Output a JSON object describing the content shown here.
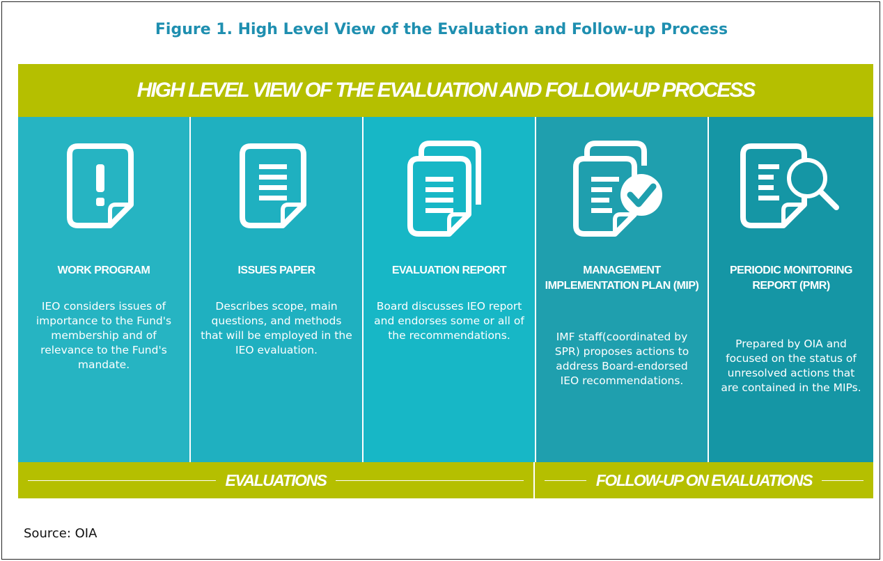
{
  "figure_title": "Figure 1. High Level View of the Evaluation and Follow-up Process",
  "banner_title": "HIGH LEVEL VIEW OF THE EVALUATION AND FOLLOW-UP PROCESS",
  "columns": [
    {
      "title": "WORK PROGRAM",
      "icon": "document-exclamation-icon",
      "description": "IEO considers issues of importance to the Fund's membership and of relevance to the Fund's mandate."
    },
    {
      "title": "ISSUES PAPER",
      "icon": "document-lines-icon",
      "description": "Describes scope, main questions, and methods that will be employed in the IEO evaluation."
    },
    {
      "title": "EVALUATION REPORT",
      "icon": "stacked-documents-icon",
      "description": "Board discusses IEO report and endorses some or all of the recommendations."
    },
    {
      "title": "MANAGEMENT IMPLEMENTATION PLAN (MIP)",
      "icon": "documents-checkmark-icon",
      "description": "IMF staff(coordinated by SPR) proposes actions to address Board-endorsed IEO recommendations."
    },
    {
      "title": "PERIODIC MONITORING REPORT (PMR)",
      "icon": "document-magnifier-icon",
      "description": "Prepared by OIA and focused on the status of unresolved actions that are contained in the MIPs."
    }
  ],
  "footer": {
    "evaluations": "EVALUATIONS",
    "follow_up": "FOLLOW-UP ON EVALUATIONS"
  },
  "source": "Source: OIA",
  "colors": {
    "title_blue": "#1f8fb0",
    "olive": "#b5bf00",
    "teal_light": "#26b4c2",
    "teal_dark": "#1596a5"
  }
}
